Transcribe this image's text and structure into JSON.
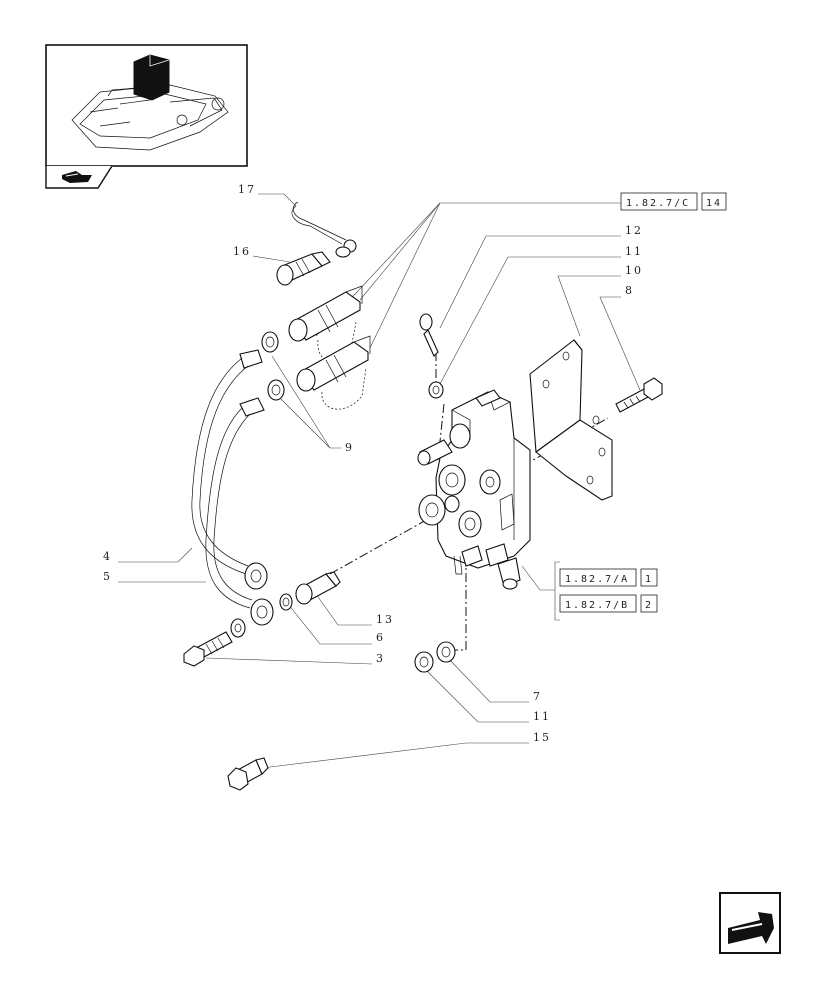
{
  "diagram": {
    "callouts": {
      "c17": "17",
      "c16": "16",
      "c12": "12",
      "c11a": "11",
      "c10": "10",
      "c8": "8",
      "c9": "9",
      "c4": "4",
      "c5": "5",
      "c13": "13",
      "c6": "6",
      "c3": "3",
      "c7": "7",
      "c11b": "11",
      "c15": "15"
    },
    "references": {
      "ref_c": {
        "code": "1.82.7/C",
        "num": "14"
      },
      "ref_a": {
        "code": "1.82.7/A",
        "num": "1"
      },
      "ref_b": {
        "code": "1.82.7/B",
        "num": "2"
      }
    }
  }
}
